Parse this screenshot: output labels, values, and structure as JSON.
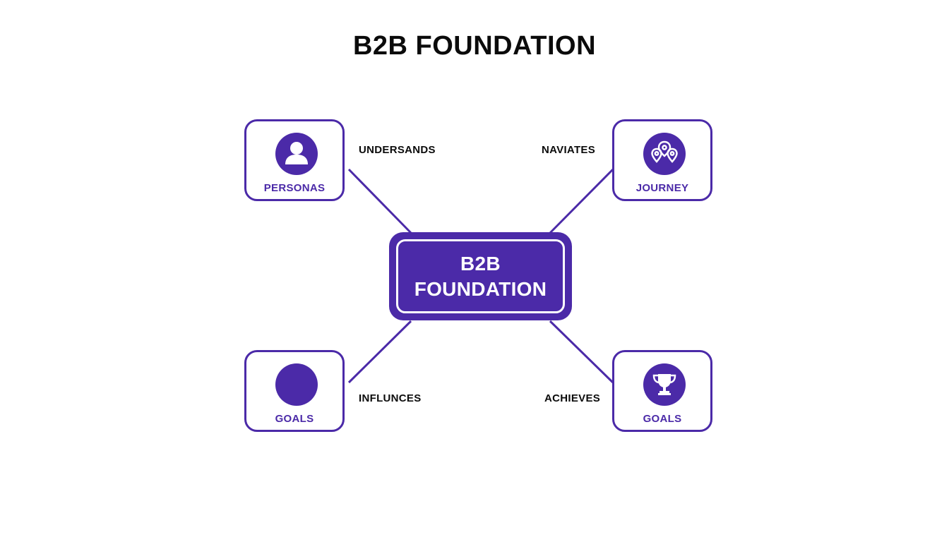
{
  "title": "B2B FOUNDATION",
  "hub": {
    "line1": "B2B",
    "line2": "FOUNDATION"
  },
  "nodes": [
    {
      "label": "PERSONAS",
      "icon": "person-icon"
    },
    {
      "label": "JOURNEY",
      "icon": "map-pins-icon"
    },
    {
      "label": "GOALS",
      "icon": "filled-circle"
    },
    {
      "label": "GOALS",
      "icon": "trophy-icon"
    }
  ],
  "edges": [
    {
      "label": "UNDERSANDS"
    },
    {
      "label": "NAVIATES"
    },
    {
      "label": "INFLUNCES"
    },
    {
      "label": "ACHIEVES"
    }
  ],
  "colors": {
    "accent": "#4b2aa8",
    "text": "#0b0b0b",
    "background": "#ffffff"
  }
}
